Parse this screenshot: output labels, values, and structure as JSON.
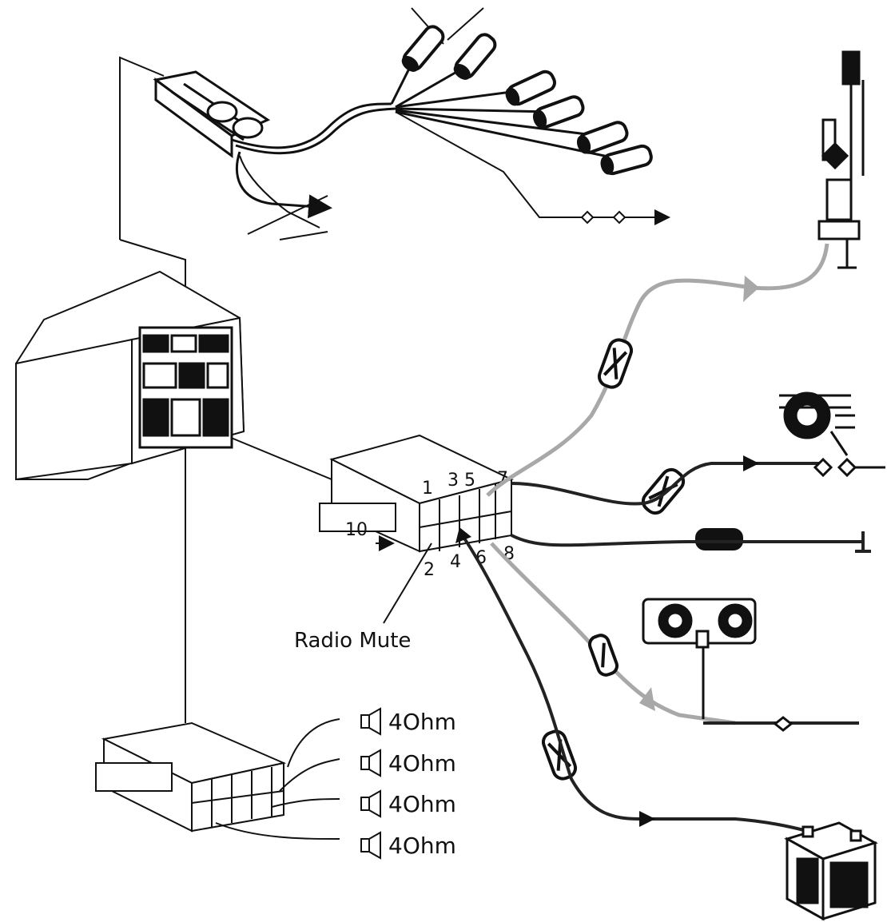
{
  "colors": {
    "line": "#111111",
    "grey_wire": "#a8a8a8",
    "dark_wire": "#222222",
    "fill": "#ffffff"
  },
  "connector_pins": {
    "p1": "1",
    "p2": "2",
    "p35": "3 5",
    "p4": "4",
    "p6": "6",
    "p7": "7",
    "p8": "8",
    "p10": "10"
  },
  "annotations": {
    "radio_mute": "Radio Mute"
  },
  "speakers": [
    {
      "label": "4Ohm"
    },
    {
      "label": "4Ohm"
    },
    {
      "label": "4Ohm"
    },
    {
      "label": "4Ohm"
    }
  ],
  "icons": [
    "rca-connector-icon",
    "antenna-icon",
    "ignition-switch-icon",
    "fuse-icon",
    "ground-symbol-icon",
    "light-switch-icon",
    "battery-icon",
    "speaker-icon"
  ]
}
